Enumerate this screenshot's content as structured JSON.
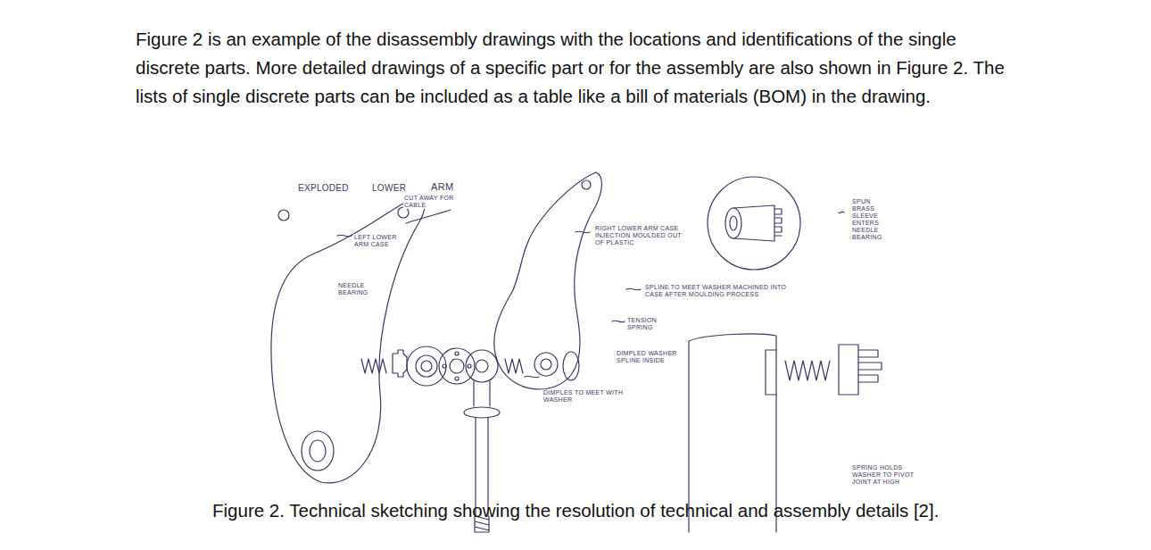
{
  "diagram": {
    "caption": "Figure 2. Technical sketching showing the resolution of technical and assembly details [2].",
    "labels": [
      "Figure 2 is an example of the disassembly drawings with the locations and identifications of the single discrete parts. More detailed drawings of a specific part or for the assembly are also shown in Figure 2. The lists of single discrete parts can be included as a table like a bill of materials (BOM) in the drawing.",
      "EXPLODED",
      "LOWER",
      "ARM",
      "CUT AWAY FOR CABLE",
      "LEFT LOWER ARM CASE",
      "NEEDLE BEARING",
      "RIGHT LOWER ARM CASE INJECTION MOULDED OUT OF PLASTIC",
      "SPLINE TO MEET WASHER MACHINED INTO CASE AFTER MOULDING PROCESS",
      "TENSION SPRING",
      "DIMPLED WASHER SPLINE INSIDE",
      "DIMPLES TO MEET WITH WASHER",
      "SPUN BRASS SLEEVE ENTERS NEEDLE BEARING",
      "SPRING HOLDS WASHER TO PIVOT JOINT AT HIGH"
    ]
  }
}
